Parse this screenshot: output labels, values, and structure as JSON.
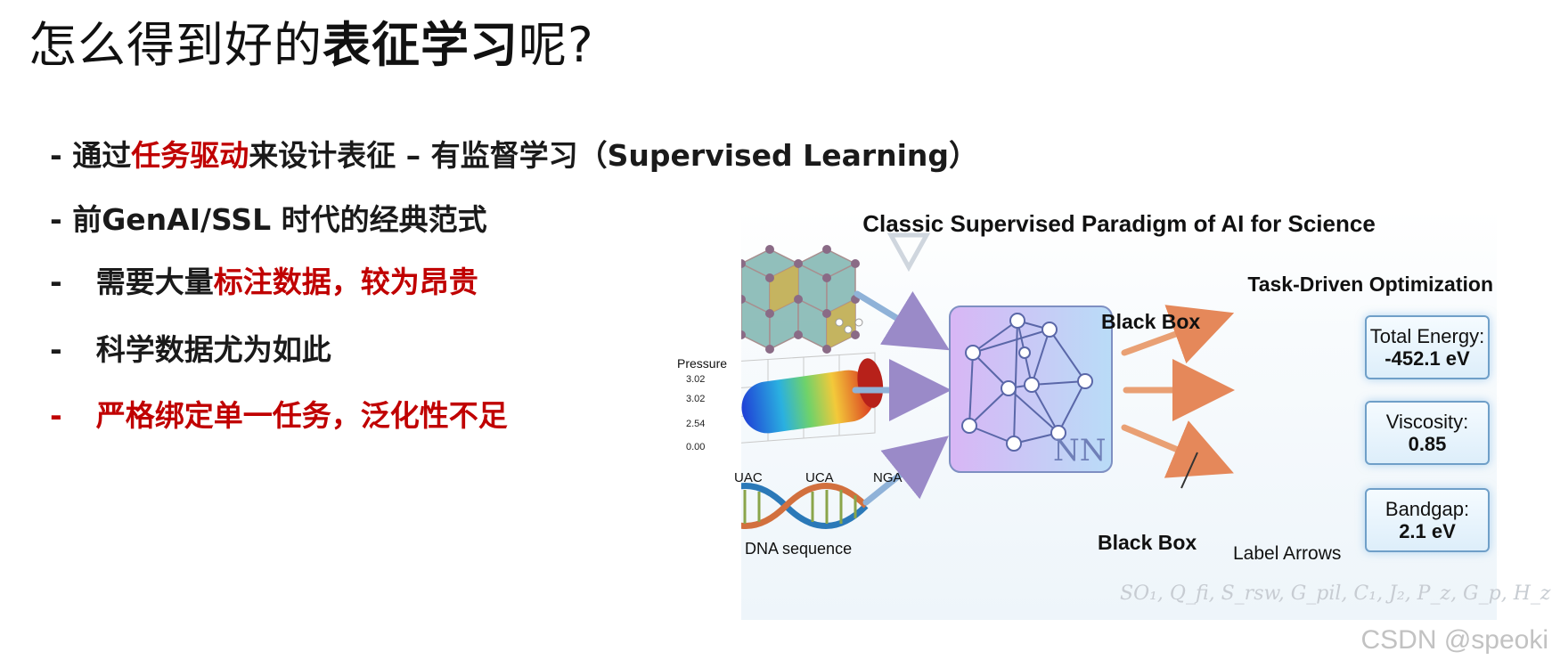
{
  "title": {
    "before": "怎么得到好的",
    "bold": "表征学习",
    "after": "呢?"
  },
  "bullets": [
    {
      "dash": "- ",
      "parts": [
        {
          "text": "通过",
          "red": false
        },
        {
          "text": "任务驱动",
          "red": true
        },
        {
          "text": "来设计表征 – 有监督学习（Supervised Learning）",
          "red": false
        }
      ]
    },
    {
      "dash": "- ",
      "parts": [
        {
          "text": "前GenAI/SSL 时代的经典范式",
          "red": false
        }
      ]
    },
    {
      "dash": "-",
      "parts": [
        {
          "text": "需要大量",
          "red": false
        },
        {
          "text": "标注数据，较为昂贵",
          "red": true
        }
      ]
    },
    {
      "dash": "-",
      "parts": [
        {
          "text": "科学数据尤为如此",
          "red": false
        }
      ]
    },
    {
      "dash": "-",
      "parts": [
        {
          "text": "严格绑定单一任务，泛化性不足",
          "red": true
        }
      ]
    }
  ],
  "figure": {
    "title": "Classic Supervised Paradigm of AI for Science",
    "subtitle": "Task-Driven Optimization",
    "black_box_top": "Black Box",
    "black_box_bottom": "Black Box",
    "nn_mark": "NN",
    "pressure_label": "Pressure",
    "pressure_ticks": [
      "3.02",
      "3.02",
      "2.54",
      "0.00"
    ],
    "dna_labels": [
      "UAC",
      "UCA",
      "NGA"
    ],
    "dna_caption": "DNA sequence",
    "label_arrows": "Label Arrows",
    "results": [
      {
        "name": "Total Energy:",
        "value": "-452.1 eV"
      },
      {
        "name": "Viscosity:",
        "value": "0.85"
      },
      {
        "name": "Bandgap:",
        "value": "2.1 eV"
      }
    ],
    "formula": "SO₁, Q_fi, S_rsw, G_pil, C₁, J₂, P_z, G_p, H_z",
    "colors": {
      "accent_red": "#c00000",
      "box_purple": "#c9a8f0",
      "arrow_blue": "#8fb2d8",
      "arrow_orange": "#e9a074"
    }
  },
  "watermark": "CSDN @speoki"
}
